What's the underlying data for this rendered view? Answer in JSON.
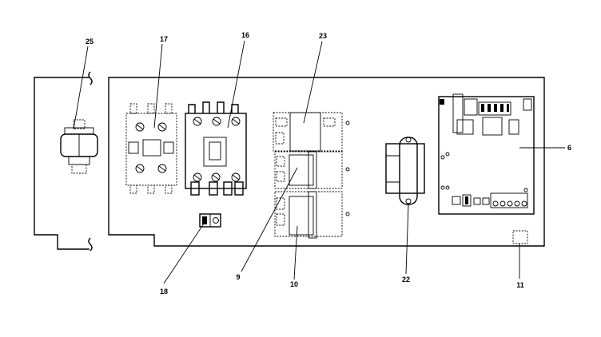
{
  "callouts": [
    {
      "id": "callout-25",
      "label": "25"
    },
    {
      "id": "callout-17",
      "label": "17"
    },
    {
      "id": "callout-16",
      "label": "16"
    },
    {
      "id": "callout-23",
      "label": "23"
    },
    {
      "id": "callout-6",
      "label": "6"
    },
    {
      "id": "callout-18",
      "label": "18"
    },
    {
      "id": "callout-9",
      "label": "9"
    },
    {
      "id": "callout-10",
      "label": "10"
    },
    {
      "id": "callout-22",
      "label": "22"
    },
    {
      "id": "callout-11",
      "label": "11"
    }
  ]
}
